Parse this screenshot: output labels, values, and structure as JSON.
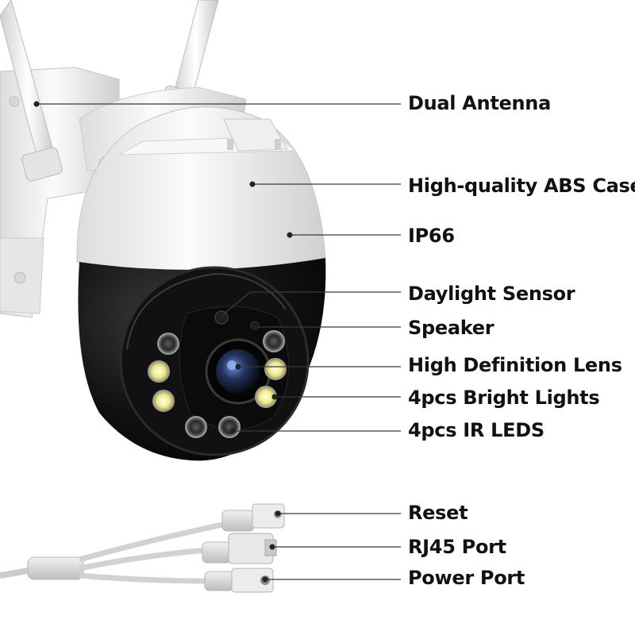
{
  "annotations": [
    {
      "id": "dual-antenna",
      "label": "Dual Antenna"
    },
    {
      "id": "abs-case",
      "label": "High-quality ABS Case"
    },
    {
      "id": "ip66",
      "label": "IP66"
    },
    {
      "id": "daylight-sensor",
      "label": "Daylight Sensor"
    },
    {
      "id": "speaker",
      "label": "Speaker"
    },
    {
      "id": "hd-lens",
      "label": "High Definition Lens"
    },
    {
      "id": "bright-lights",
      "label": "4pcs Bright Lights"
    },
    {
      "id": "ir-leds",
      "label": "4pcs IR LEDS"
    },
    {
      "id": "reset",
      "label": "Reset"
    },
    {
      "id": "rj45",
      "label": "RJ45 Port"
    },
    {
      "id": "power",
      "label": "Power Port"
    }
  ],
  "colors": {
    "housing_white": "#f4f4f4",
    "housing_black": "#0c0c0c",
    "lens_blue": "#2a4a8a",
    "bright_led": "#f2eea0",
    "cable_grey": "#d4d4d4"
  }
}
